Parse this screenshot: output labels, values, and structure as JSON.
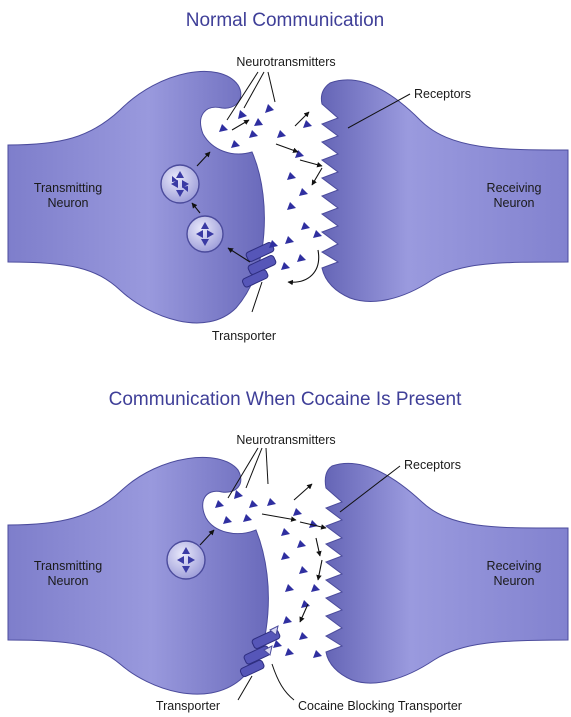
{
  "colors": {
    "title": "#3f3f98",
    "neuron_fill": "#8c8cd6",
    "neuron_dark": "#5d5db0",
    "neurotransmitter": "#2f2fa0",
    "transporter": "#5656b8"
  },
  "panels": [
    {
      "title": "Normal Communication",
      "labels": {
        "neurotransmitters": "Neurotransmitters",
        "receptors": "Receptors",
        "transmitting_line1": "Transmitting",
        "transmitting_line2": "Neuron",
        "receiving_line1": "Receiving",
        "receiving_line2": "Neuron",
        "transporter": "Transporter"
      }
    },
    {
      "title": "Communication When Cocaine Is Present",
      "labels": {
        "neurotransmitters": "Neurotransmitters",
        "receptors": "Receptors",
        "transmitting_line1": "Transmitting",
        "transmitting_line2": "Neuron",
        "receiving_line1": "Receiving",
        "receiving_line2": "Neuron",
        "transporter": "Transporter",
        "cocaine": "Cocaine Blocking Transporter"
      }
    }
  ]
}
